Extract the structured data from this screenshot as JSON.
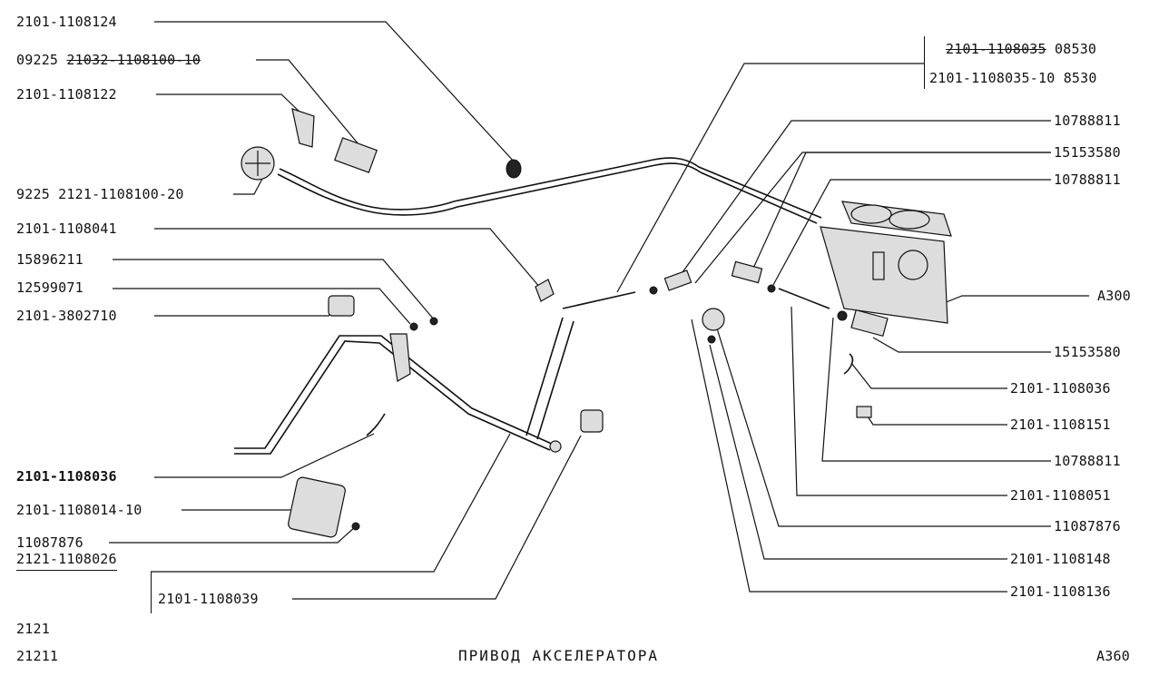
{
  "title": "ПРИВОД АКСЕЛЕРАТОРА",
  "sheet_code": "A360",
  "models": [
    "2121",
    "21211"
  ],
  "left_labels": [
    {
      "text": "2101-1108124"
    },
    {
      "pre": "09225 ",
      "struck": "21032-1108100-10"
    },
    {
      "text": "2101-1108122"
    },
    {
      "text": "9225 2121-1108100-20"
    },
    {
      "text": "2101-1108041"
    },
    {
      "text": "15896211"
    },
    {
      "text": "12599071"
    },
    {
      "text": "2101-3802710"
    },
    {
      "text": "2101-1108036"
    },
    {
      "text": "2101-1108014-10"
    },
    {
      "text": "11087876"
    },
    {
      "text": "2121-1108026"
    },
    {
      "text": "2101-1108039"
    }
  ],
  "right_labels": [
    {
      "struck": "2101-1108035",
      "post": " 08530"
    },
    {
      "text": "2101-1108035-10 8530"
    },
    {
      "text": "10788811"
    },
    {
      "text": "15153580"
    },
    {
      "text": "10788811"
    },
    {
      "text": "A300"
    },
    {
      "text": "15153580"
    },
    {
      "text": "2101-1108036"
    },
    {
      "text": "2101-1108151"
    },
    {
      "text": "10788811"
    },
    {
      "text": "2101-1108051"
    },
    {
      "text": "11087876"
    },
    {
      "text": "2101-1108148"
    },
    {
      "text": "2101-1108136"
    }
  ]
}
